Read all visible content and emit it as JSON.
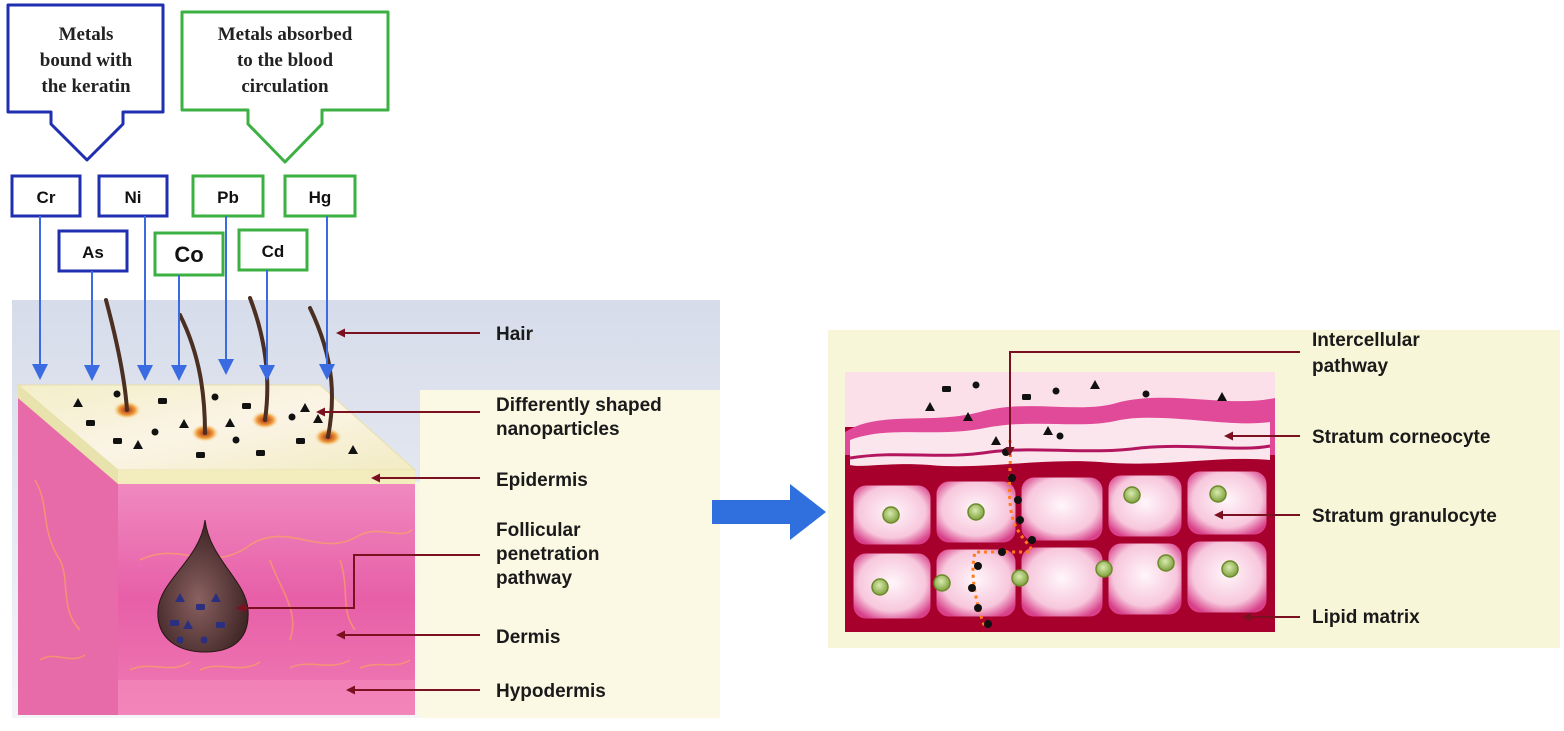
{
  "boxes": {
    "keratin": {
      "lines": [
        "Metals",
        "bound with",
        "the keratin"
      ],
      "color": "#1f2fb0"
    },
    "blood": {
      "lines": [
        "Metals absorbed",
        "to the blood",
        "circulation"
      ],
      "color": "#3cb043"
    }
  },
  "metals": {
    "cr": "Cr",
    "ni": "Ni",
    "as": "As",
    "co": "Co",
    "pb": "Pb",
    "hg": "Hg",
    "cd": "Cd"
  },
  "skin_labels": {
    "hair": "Hair",
    "nano": [
      "Differently shaped",
      "nanoparticles"
    ],
    "epidermis": "Epidermis",
    "follicular": [
      "Follicular",
      "penetration",
      "pathway"
    ],
    "dermis": "Dermis",
    "hypodermis": "Hypodermis"
  },
  "stratum_labels": {
    "intercellular": [
      "Intercellular",
      "pathway"
    ],
    "corneocyte": "Stratum corneocyte",
    "granulocyte": "Stratum granulocyte",
    "lipid": "Lipid matrix"
  },
  "colors": {
    "blue_box": "#1f2fb0",
    "green_box": "#3cb043",
    "arrow_blue": "#3a6be0",
    "pointer": "#7a1020",
    "skin_pink": "#e85aa8",
    "lipid_red": "#a8002c",
    "big_arrow": "#2f6fde"
  }
}
